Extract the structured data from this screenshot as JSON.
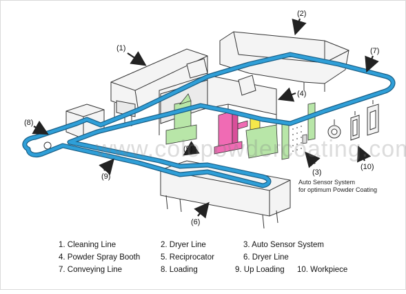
{
  "diagram": {
    "callouts": [
      "(1)",
      "(2)",
      "(3)",
      "(4)",
      "(5)",
      "(6)",
      "(7)",
      "(8)",
      "(9)",
      "(10)"
    ],
    "sensor_note_line1": "Auto Sensor System",
    "sensor_note_line2": "for optimum Powder Coating",
    "watermark": "www.colopowdercoating.com"
  },
  "legend": [
    "1. Cleaning Line",
    "2. Dryer Line",
    "3. Auto Sensor System",
    "4. Powder Spray Booth",
    "5. Reciprocator",
    "6. Dryer Line",
    "7. Conveying Line",
    "8. Loading",
    "9. Up Loading",
    "10. Workpiece"
  ],
  "colors": {
    "conveyor": "#2f9fd8",
    "reciprocator": "#f06bb4",
    "equipment_green": "#b8e6a8",
    "outline": "#333333",
    "building_fill": "#f4f4f4"
  }
}
